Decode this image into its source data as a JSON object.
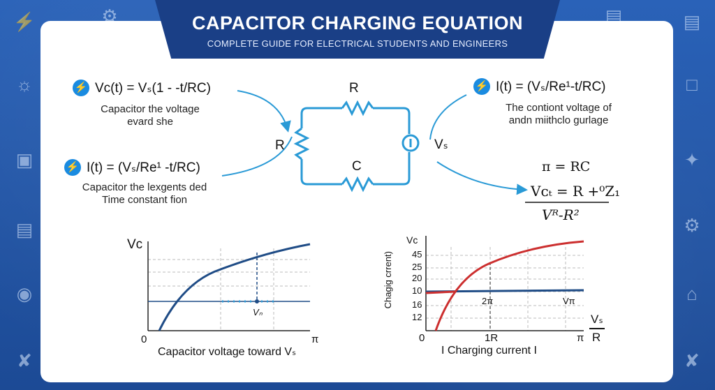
{
  "header": {
    "title": "CAPACITOR CHARGING EQUATION",
    "subtitle": "COMPLETE GUIDE FOR ELECTRICAL STUDENTS AND ENGINEERS"
  },
  "equations": {
    "left_top": {
      "formula": "Vᴄ(t) = Vₛ(1 - -t/RC)",
      "desc1": "Capacitor the voltage",
      "desc2": "evard she"
    },
    "left_bottom": {
      "formula": "I(t) = (Vₛ/Re¹ -t/RC)",
      "desc1": "Capacitor the lexgents ded",
      "desc2": "Time constant fion"
    },
    "right_top": {
      "formula": "I(t) = (Vₛ/Re¹-t/RC)",
      "desc1": "The contiont voltage of",
      "desc2": "andn miithclo gurlage"
    }
  },
  "circuit": {
    "resistor_top": "R",
    "resistor_left": "R",
    "capacitor": "C",
    "source": "Vₛ"
  },
  "tau": {
    "line1": "π = RC",
    "numerator": "Vᴄₜ = R +⁰Z₁",
    "denominator": "Vᴿ-R²"
  },
  "chart_data": [
    {
      "type": "line",
      "title": "",
      "ylabel": "Vᴄ",
      "xlabel": "π",
      "origin_label": "0",
      "marker_label": "Vₙ",
      "caption": "Capacitor voltage toward Vₛ",
      "series": [
        {
          "values": [
            [
              0,
              0
            ],
            [
              0.5,
              1.5
            ],
            [
              1,
              2.6
            ],
            [
              2,
              3.9
            ],
            [
              3,
              4.6
            ],
            [
              4,
              5.0
            ]
          ]
        }
      ],
      "reference_line": 1.5,
      "grid": true
    },
    {
      "type": "line",
      "title": "",
      "ylabel": "Vᴄ",
      "ylabel_side": "Chagig crrent)",
      "y_ticks": [
        "45",
        "25",
        "20",
        "10",
        "16",
        "12"
      ],
      "x_ticks": [
        "0",
        "1R",
        "π"
      ],
      "x_markers": [
        "2π",
        "Vπ"
      ],
      "axis_end_label": {
        "numerator": "Vₛ",
        "denominator": "R"
      },
      "caption": "I Charging current I",
      "series": [
        {
          "values": [
            [
              0,
              0
            ],
            [
              0.5,
              2.4
            ],
            [
              1,
              3.6
            ],
            [
              2,
              4.5
            ],
            [
              3,
              4.9
            ],
            [
              4,
              5.1
            ]
          ]
        },
        {
          "values": [
            [
              0,
              2.4
            ],
            [
              4,
              2.6
            ]
          ]
        }
      ],
      "grid": true,
      "colors": {
        "rising": "#cc2f2f",
        "flat": "#1f4c86"
      }
    }
  ],
  "colors": {
    "background": "#1f4f9c",
    "banner": "#1a3f86",
    "circuit": "#2a9ad6",
    "curve_blue": "#1f4c86",
    "curve_red": "#cc2f2f"
  },
  "side_icons": [
    "lightning-icon",
    "gear-icon",
    "bulb-icon",
    "tablet-icon",
    "monitor-icon",
    "probe-icon",
    "tools-icon",
    "car-icon",
    "oscilloscope-icon",
    "chart-icon",
    "compass-icon",
    "gears-icon",
    "house-icon",
    "screwdriver-icon"
  ]
}
